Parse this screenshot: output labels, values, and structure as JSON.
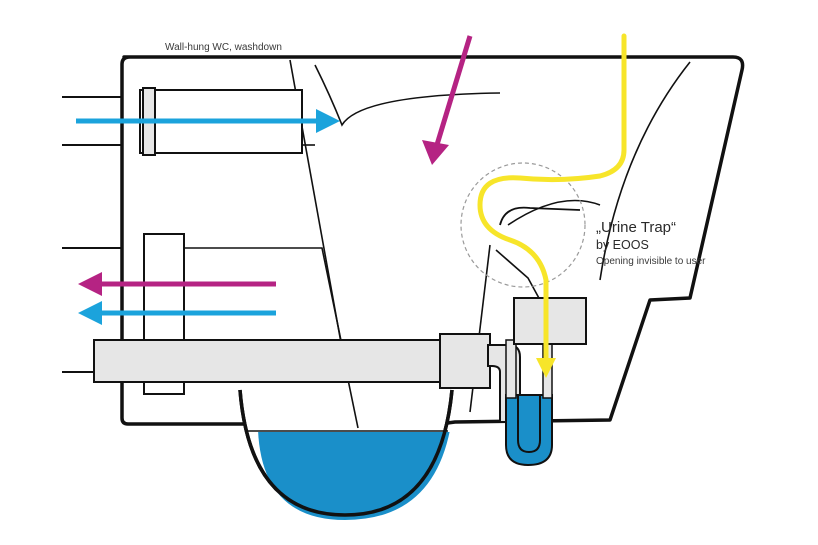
{
  "title": "Wall-hung WC, washdown",
  "urine_trap": {
    "name": "„Urine Trap“",
    "maker": "by EOOS",
    "note": "Opening invisible to user"
  },
  "colors": {
    "outline": "#111111",
    "pipe_fill": "#e6e6e6",
    "water": "#1a8fc9",
    "flush_arrow": "#1ba3dc",
    "waste_arrow": "#b52383",
    "urine_flow": "#f7e52a",
    "highlight_circle": "#9a9a9a"
  },
  "icons": {
    "flush_arrow": "arrow-right-icon",
    "urine_arrow": "arrow-down-icon",
    "waste_arrow": "arrow-left-icon",
    "inlet_arrow": "arrow-down-left-icon"
  }
}
